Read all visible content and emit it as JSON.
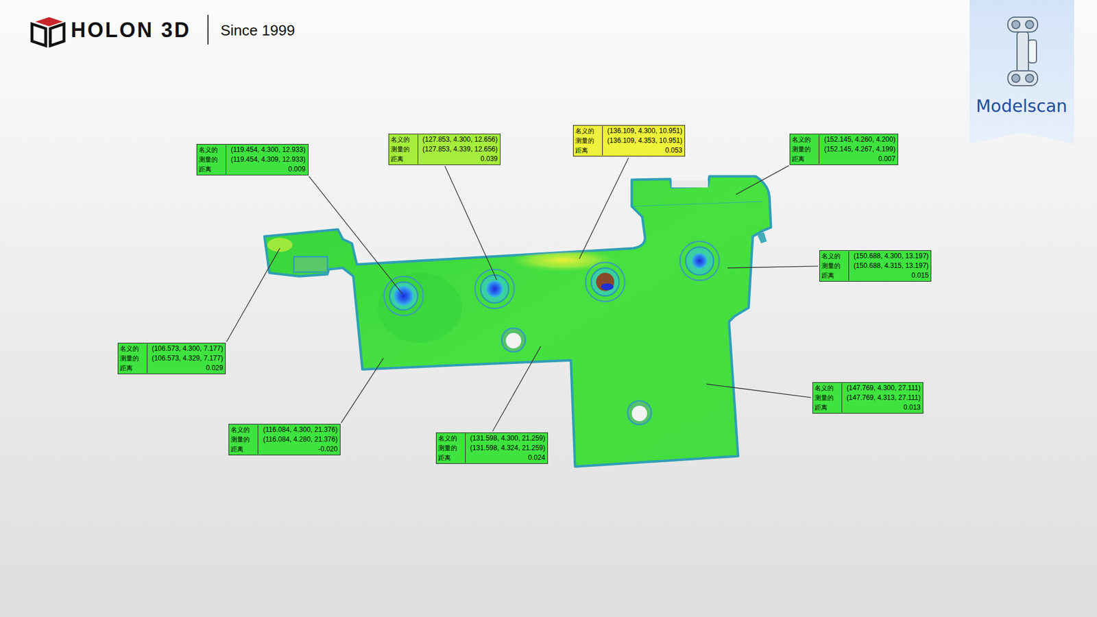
{
  "diagram": {
    "nodes": [
      {
        "text": [
          "名义的",
          "(136.109, 4.300, 10.951)",
          "测量的",
          "(136.109, 4.353, 10.951)",
          "距离",
          "0.053"
        ]
      },
      {
        "text": [
          "名义的",
          "(127.853, 4.300, 12.656)",
          "测量的",
          "(127.853, 4.339, 12.656)",
          "距离",
          "0.039"
        ]
      },
      {
        "text": [
          "名义的",
          "(152.145, 4.260, 4.200)",
          "测量的",
          "(152.145, 4.267, 4.199)",
          "距离",
          "0.007"
        ]
      },
      {
        "text": [
          "名义的",
          "(119.454, 4.300, 12.933)",
          "测量的",
          "(119.454, 4.309, 12.933)",
          "距离",
          "0.009"
        ]
      },
      {
        "text": [
          "名义的",
          "(150.688, 4.300, 13.197)",
          "测量的",
          "(150.688, 4.315, 13.197)",
          "距离",
          "0.015"
        ]
      },
      {
        "text": [
          "名义的",
          "(106.573, 4.300, 7.177)",
          "测量的",
          "(106.573, 4.329, 7.177)",
          "距离",
          "0.029"
        ]
      },
      {
        "text": [
          "名义的",
          "(147.769, 4.300, 27.111)",
          "测量的",
          "(147.769, 4.313, 27.111)",
          "距离",
          "0.013"
        ]
      },
      {
        "text": [
          "名义的",
          "(116.084, 4.300, 21.376)",
          "测量的",
          "(116.084, 4.280, 21.376)",
          "距离",
          "-0.020"
        ]
      },
      {
        "text": [
          "名义的",
          "(131.598, 4.300, 21.259)",
          "测量的",
          "(131.598, 4.324, 21.259)",
          "距离",
          "0.024"
        ]
      }
    ],
    "labels": [
      "HOLON 3D",
      "Since 1999",
      "Modelscan"
    ]
  }
}
